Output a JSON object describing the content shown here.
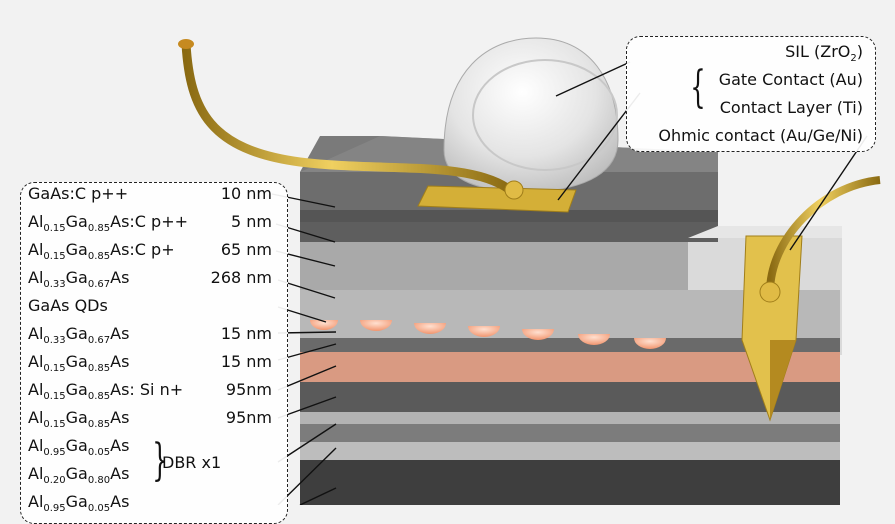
{
  "colors": {
    "background": "#f2f2f2",
    "gold": "#d4af37",
    "qd": "#f4a88a",
    "doped_layer": "#d99a82"
  },
  "layer_stack": [
    {
      "parts": [
        [
          "GaAs:C p++",
          ""
        ]
      ],
      "thickness": "10 nm"
    },
    {
      "parts": [
        [
          "Al",
          ""
        ],
        [
          "0.15",
          "sub"
        ],
        [
          "Ga",
          ""
        ],
        [
          "0.85",
          "sub"
        ],
        [
          "As:C p++",
          ""
        ]
      ],
      "thickness": "5 nm"
    },
    {
      "parts": [
        [
          "Al",
          ""
        ],
        [
          "0.15",
          "sub"
        ],
        [
          "Ga",
          ""
        ],
        [
          "0.85",
          "sub"
        ],
        [
          "As:C p+",
          ""
        ]
      ],
      "thickness": "65 nm"
    },
    {
      "parts": [
        [
          "Al",
          ""
        ],
        [
          "0.33",
          "sub"
        ],
        [
          "Ga",
          ""
        ],
        [
          "0.67",
          "sub"
        ],
        [
          "As",
          ""
        ]
      ],
      "thickness": "268 nm"
    },
    {
      "parts": [
        [
          "GaAs QDs",
          ""
        ]
      ],
      "thickness": ""
    },
    {
      "parts": [
        [
          "Al",
          ""
        ],
        [
          "0.33",
          "sub"
        ],
        [
          "Ga",
          ""
        ],
        [
          "0.67",
          "sub"
        ],
        [
          "As",
          ""
        ]
      ],
      "thickness": "15 nm"
    },
    {
      "parts": [
        [
          "Al",
          ""
        ],
        [
          "0.15",
          "sub"
        ],
        [
          "Ga",
          ""
        ],
        [
          "0.85",
          "sub"
        ],
        [
          "As",
          ""
        ]
      ],
      "thickness": "15 nm"
    },
    {
      "parts": [
        [
          "Al",
          ""
        ],
        [
          "0.15",
          "sub"
        ],
        [
          "Ga",
          ""
        ],
        [
          "0.85",
          "sub"
        ],
        [
          "As: Si n+",
          ""
        ]
      ],
      "thickness": "95nm"
    },
    {
      "parts": [
        [
          "Al",
          ""
        ],
        [
          "0.15",
          "sub"
        ],
        [
          "Ga",
          ""
        ],
        [
          "0.85",
          "sub"
        ],
        [
          "As",
          ""
        ]
      ],
      "thickness": "95nm"
    },
    {
      "parts": [
        [
          "Al",
          ""
        ],
        [
          "0.95",
          "sub"
        ],
        [
          "Ga",
          ""
        ],
        [
          "0.05",
          "sub"
        ],
        [
          "As",
          ""
        ]
      ],
      "thickness": ""
    },
    {
      "parts": [
        [
          "Al",
          ""
        ],
        [
          "0.20",
          "sub"
        ],
        [
          "Ga",
          ""
        ],
        [
          "0.80",
          "sub"
        ],
        [
          "As",
          ""
        ]
      ],
      "thickness": ""
    },
    {
      "parts": [
        [
          "Al",
          ""
        ],
        [
          "0.95",
          "sub"
        ],
        [
          "Ga",
          ""
        ],
        [
          "0.05",
          "sub"
        ],
        [
          "As",
          ""
        ]
      ],
      "thickness": ""
    }
  ],
  "dbr_label": "DBR x1",
  "top_labels": [
    {
      "parts": [
        [
          "SIL (ZrO",
          ""
        ],
        [
          "2",
          "sub"
        ],
        [
          ")",
          ""
        ]
      ]
    },
    {
      "parts": [
        [
          "Gate Contact (Au)",
          ""
        ]
      ]
    },
    {
      "parts": [
        [
          "Contact Layer (Ti)",
          ""
        ]
      ]
    },
    {
      "parts": [
        [
          "Ohmic contact (Au/Ge/Ni)",
          ""
        ]
      ]
    }
  ]
}
